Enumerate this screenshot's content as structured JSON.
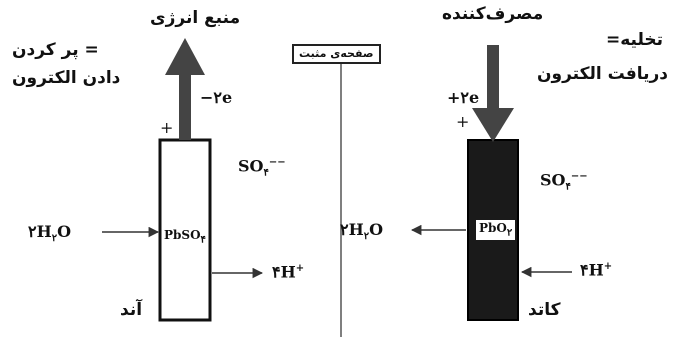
{
  "labels": {
    "energy_source": "منبع انرژی",
    "consumer": "مصرف‌کننده",
    "positive_plate": "صفحه‌ی مثبت",
    "charge_label": "= پر کردن",
    "give_electron": "دادن الکترون",
    "discharge_label": "تخلیه=",
    "receive_electron": "دریافت الکترون",
    "anode": "آند",
    "cathode": "کاتد"
  },
  "anode": {
    "electron_label": "−۲e",
    "plus_sign": "+",
    "inside_label": "PbSO",
    "inside_sub": "۴",
    "left_species": "۲H",
    "left_species_sub": "۲",
    "left_species_tail": "O",
    "right_species": "۴H",
    "right_species_sup": "+",
    "sulfate": "SO",
    "sulfate_sub": "۴",
    "sulfate_sup": "−−"
  },
  "cathode": {
    "electron_label": "+۲e",
    "plus_sign": "+",
    "inside_label": "PbO",
    "inside_sub": "۲",
    "left_species": "۲H",
    "left_species_sub": "۲",
    "left_species_tail": "O",
    "right_species": "۴H",
    "right_species_sup": "+",
    "sulfate": "SO",
    "sulfate_sub": "۴",
    "sulfate_sup": "−−"
  },
  "colors": {
    "ink": "#111111",
    "cathode_fill": "#1a1a1a",
    "line": "#555555"
  }
}
